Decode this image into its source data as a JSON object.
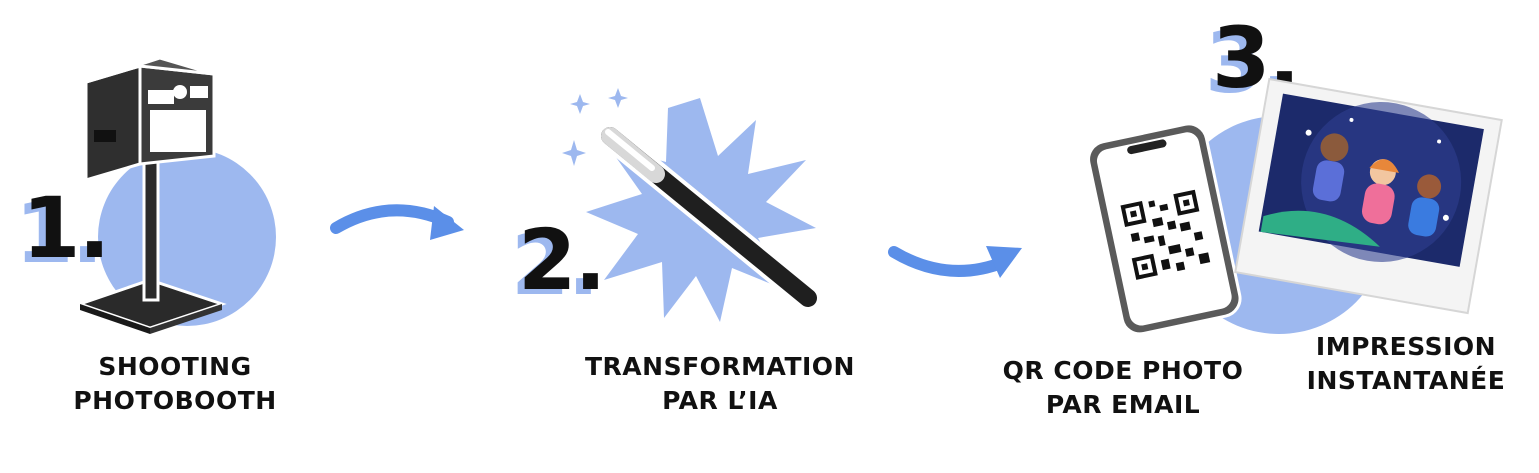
{
  "colors": {
    "accent_blue": "#9db8ef",
    "arrow_blue": "#5b8fe8",
    "ink": "#111111"
  },
  "steps": [
    {
      "number": "1.",
      "label_lines": [
        "SHOOTING",
        "PHOTOBOOTH"
      ],
      "icon": "photobooth-icon"
    },
    {
      "number": "2.",
      "label_lines": [
        "TRANSFORMATION",
        "PAR L’IA"
      ],
      "icon": "magic-wand-icon"
    },
    {
      "number": "3.",
      "outputs": [
        {
          "label_lines": [
            "QR CODE PHOTO",
            "PAR EMAIL"
          ],
          "icon": "smartphone-qr-icon"
        },
        {
          "label_lines": [
            "IMPRESSION",
            "INSTANTANÉE"
          ],
          "icon": "instant-print-icon"
        }
      ]
    }
  ],
  "arrows": [
    "arrow-right-icon",
    "arrow-right-icon"
  ]
}
